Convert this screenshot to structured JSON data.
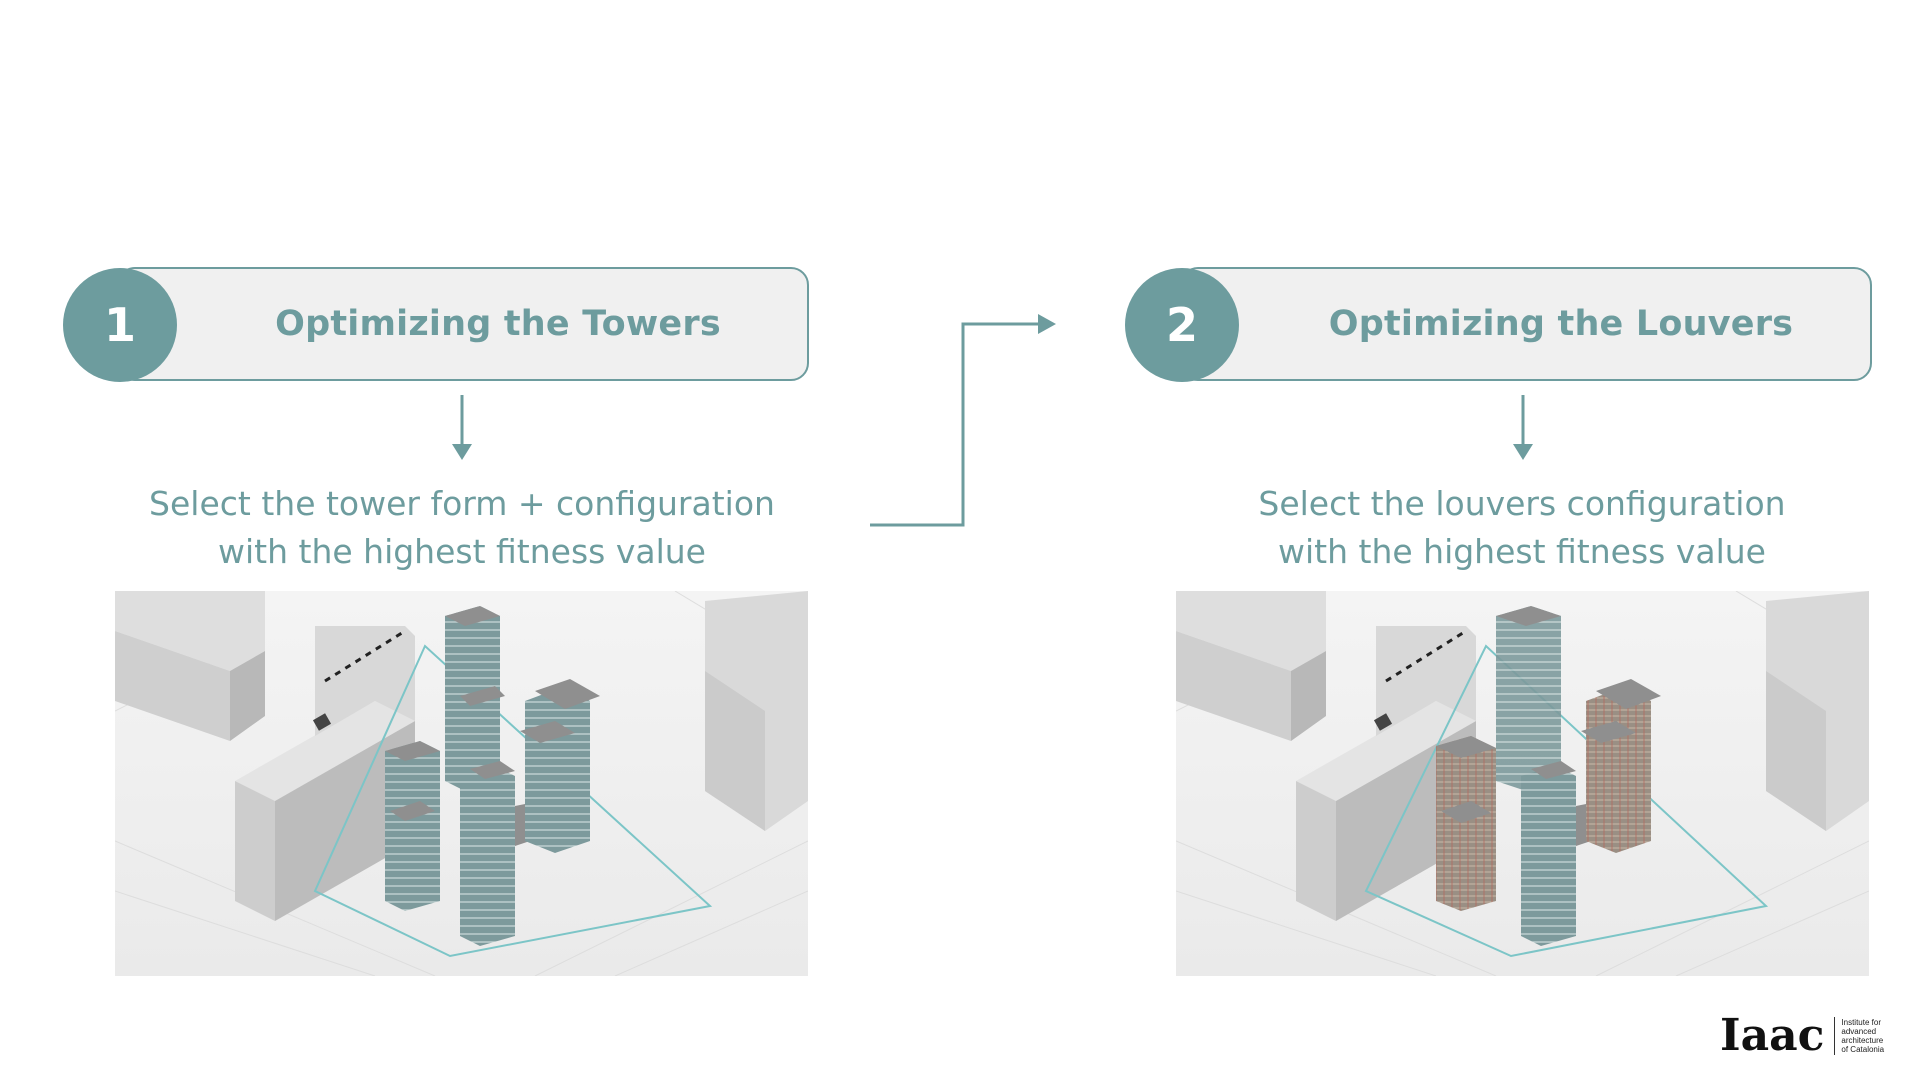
{
  "steps": [
    {
      "number": "1",
      "title": "Optimizing the Towers",
      "description_lines": [
        "Select the tower form + configuration",
        "with the highest fitness value"
      ],
      "image_alt": "Massing model of towers with glazed facades"
    },
    {
      "number": "2",
      "title": "Optimizing the Louvers",
      "description_lines": [
        "Select the louvers configuration",
        "with the highest fitness value"
      ],
      "image_alt": "Massing model of towers with louvers"
    }
  ],
  "logo": {
    "mark": "Iaac",
    "text_lines": [
      "Institute for",
      "advanced",
      "architecture",
      "of Catalonia"
    ]
  },
  "colors": {
    "accent": "#6d9c9e",
    "pill_bg": "#f0f0f0",
    "site_outline": "#7cc5c7",
    "facade_glass": "#7d9a9c",
    "facade_louvers": "#9a8f84"
  }
}
